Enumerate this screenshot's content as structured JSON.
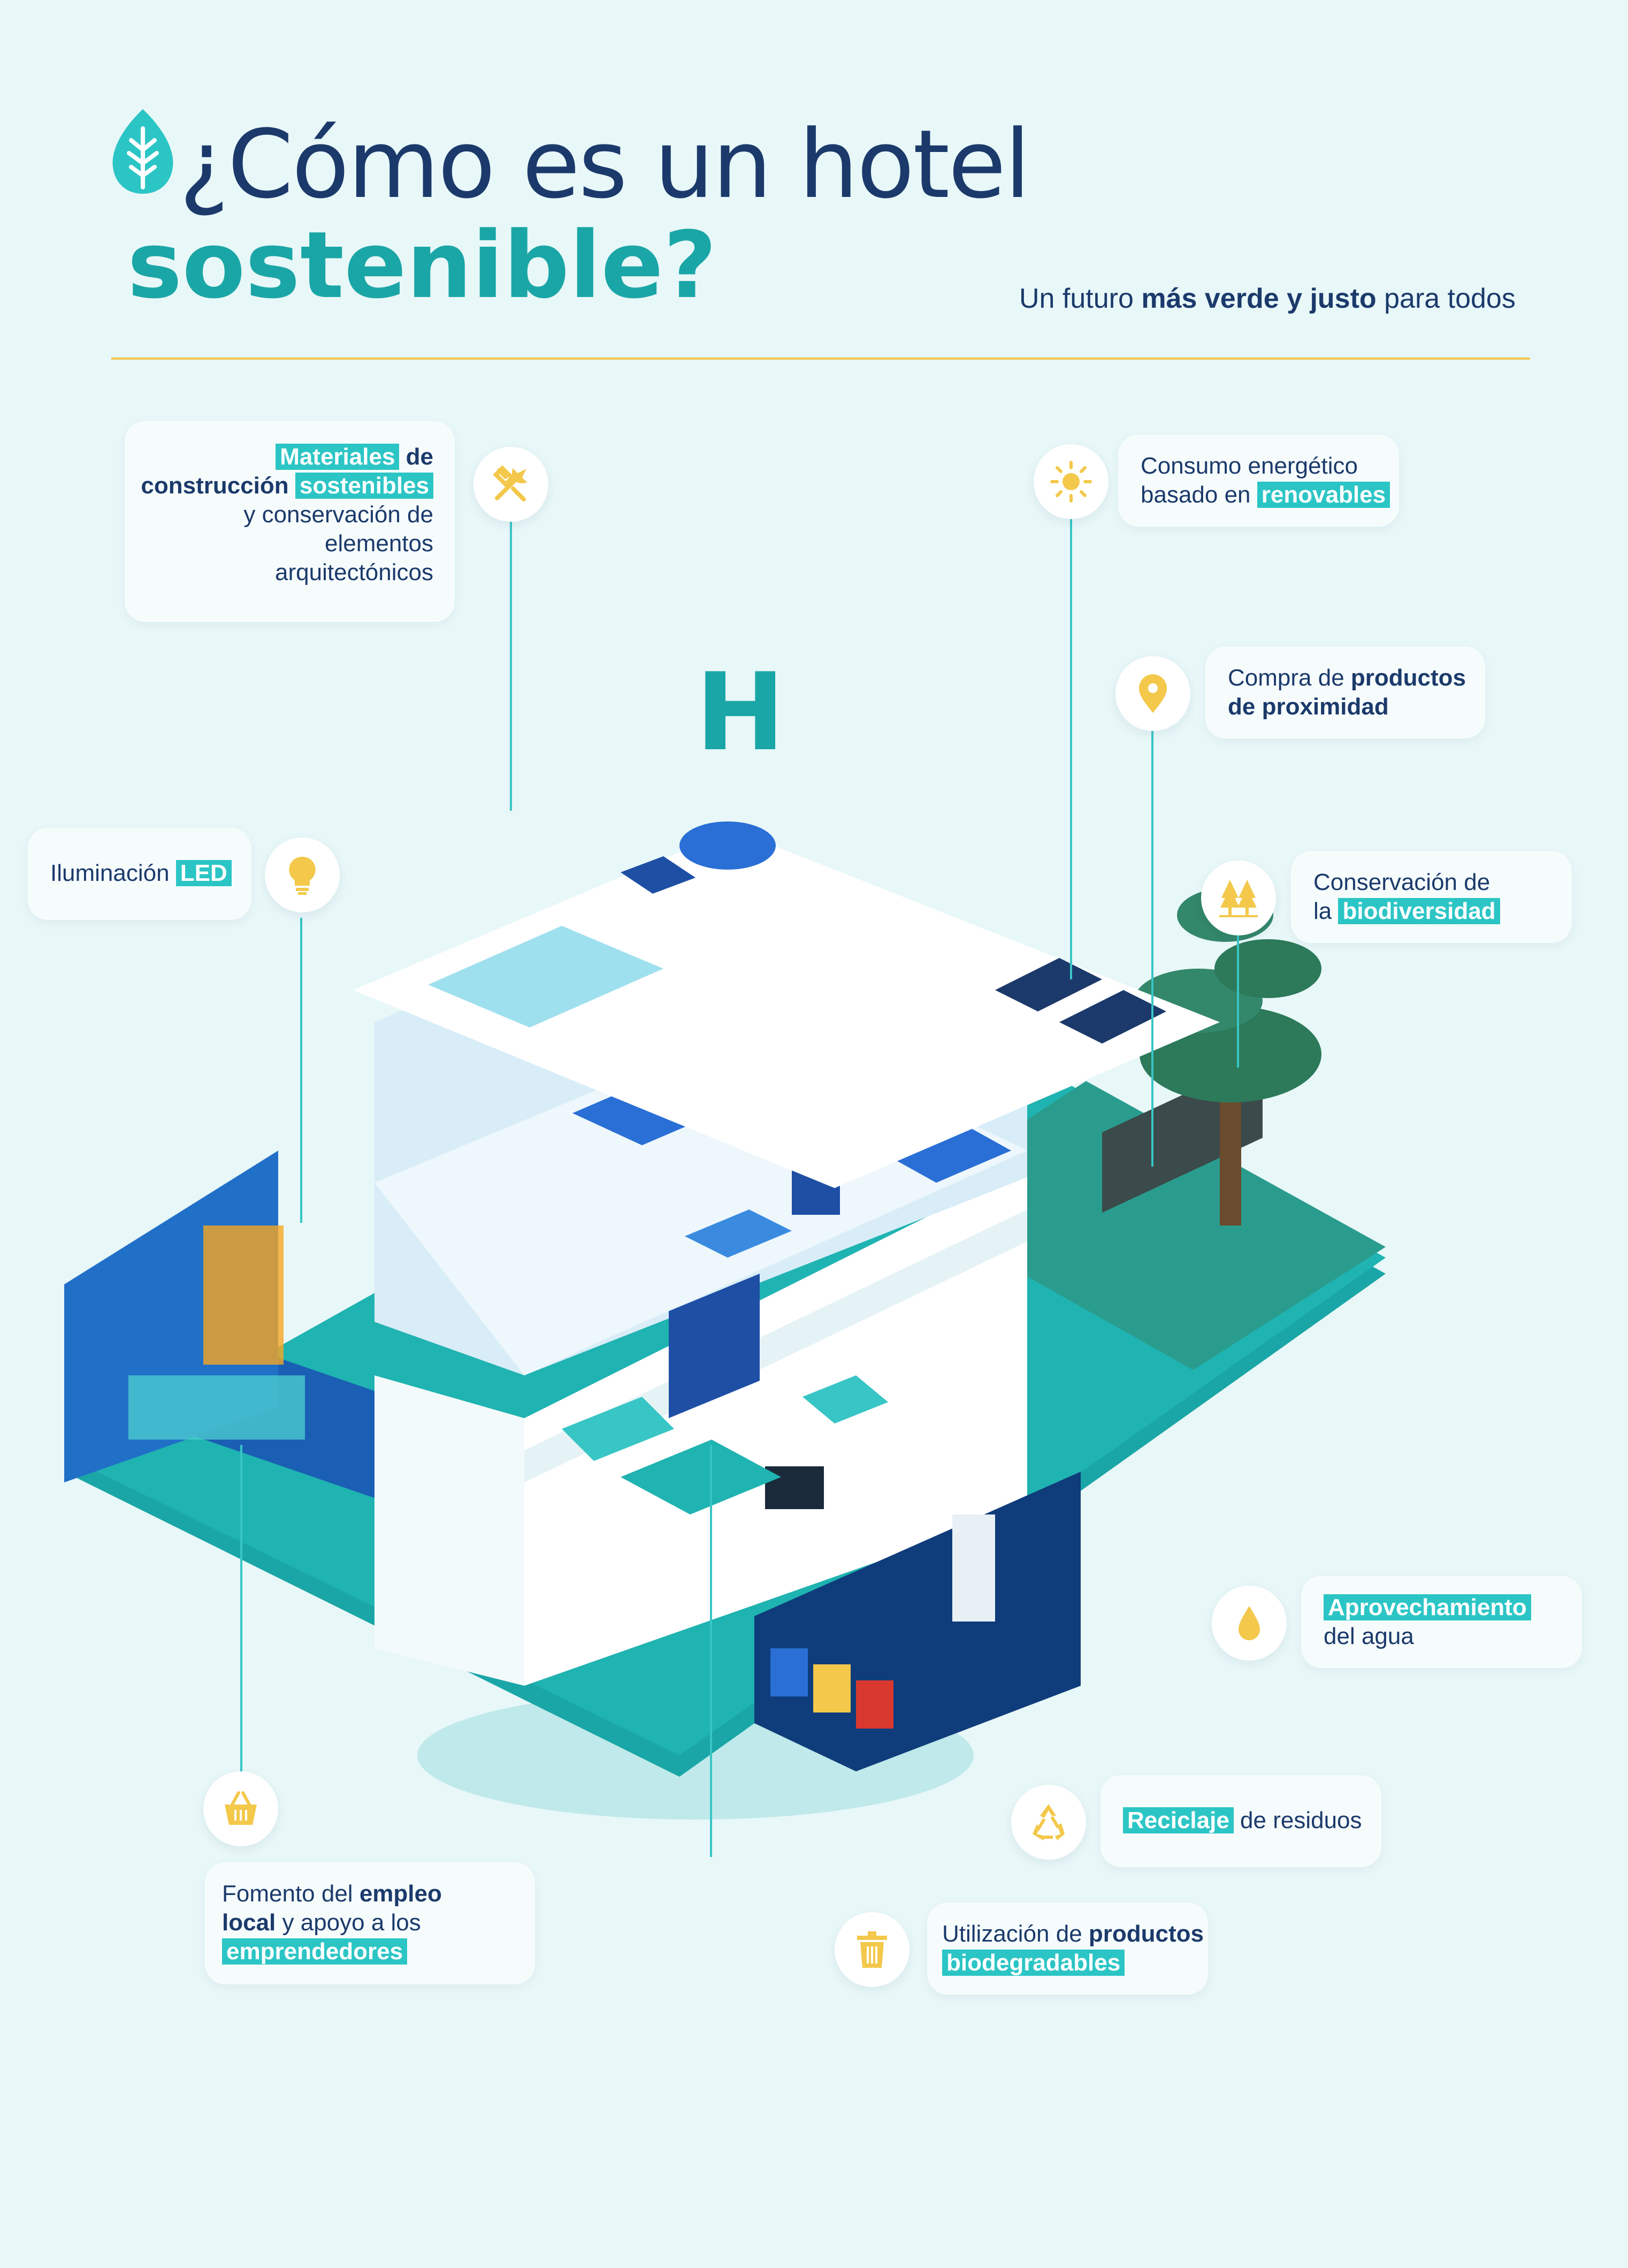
{
  "header": {
    "title_line1": "¿Cómo es un hotel",
    "title_line2": "sostenible?",
    "subtitle_pre": "Un futuro ",
    "subtitle_bold": "más verde y justo",
    "subtitle_post": " para todos"
  },
  "illustration": {
    "hotel_sign": "H"
  },
  "callouts": {
    "materiales": {
      "icon": "tools-icon",
      "hl1": "Materiales",
      "t1": " de",
      "b2": "construcción",
      "hl2": "sostenibles",
      "t3": "y conservación de",
      "t4": "elementos",
      "t5": "arquitectónicos"
    },
    "energia": {
      "icon": "sun-icon",
      "t1": "Consumo energético",
      "t2": "basado en ",
      "hl": "renovables"
    },
    "proximidad": {
      "icon": "location-pin-icon",
      "t1": "Compra de ",
      "b1": "productos",
      "b2": "de proximidad"
    },
    "led": {
      "icon": "lightbulb-icon",
      "t1": "Iluminación ",
      "hl": "LED"
    },
    "biodiversidad": {
      "icon": "trees-icon",
      "t1": "Conservación de",
      "t2": "la ",
      "hl": "biodiversidad"
    },
    "agua": {
      "icon": "water-drop-icon",
      "hl": "Aprovechamiento",
      "t2": "del agua"
    },
    "reciclaje": {
      "icon": "recycle-icon",
      "hl": "Reciclaje",
      "t1": " de residuos"
    },
    "empleo": {
      "icon": "shopping-basket-icon",
      "t1": "Fomento del ",
      "b1": "empleo",
      "b2": "local",
      "t2": " y apoyo a los",
      "hl": "emprendedores"
    },
    "biodegradables": {
      "icon": "trash-bin-icon",
      "t1": "Utilización de ",
      "b1": "productos",
      "hl": "biodegradables"
    }
  },
  "colors": {
    "navy": "#1b3a6b",
    "teal": "#1aa6a6",
    "highlight": "#2cc5c5",
    "icon_yellow": "#f3c84b",
    "background": "#e8f7f8"
  }
}
